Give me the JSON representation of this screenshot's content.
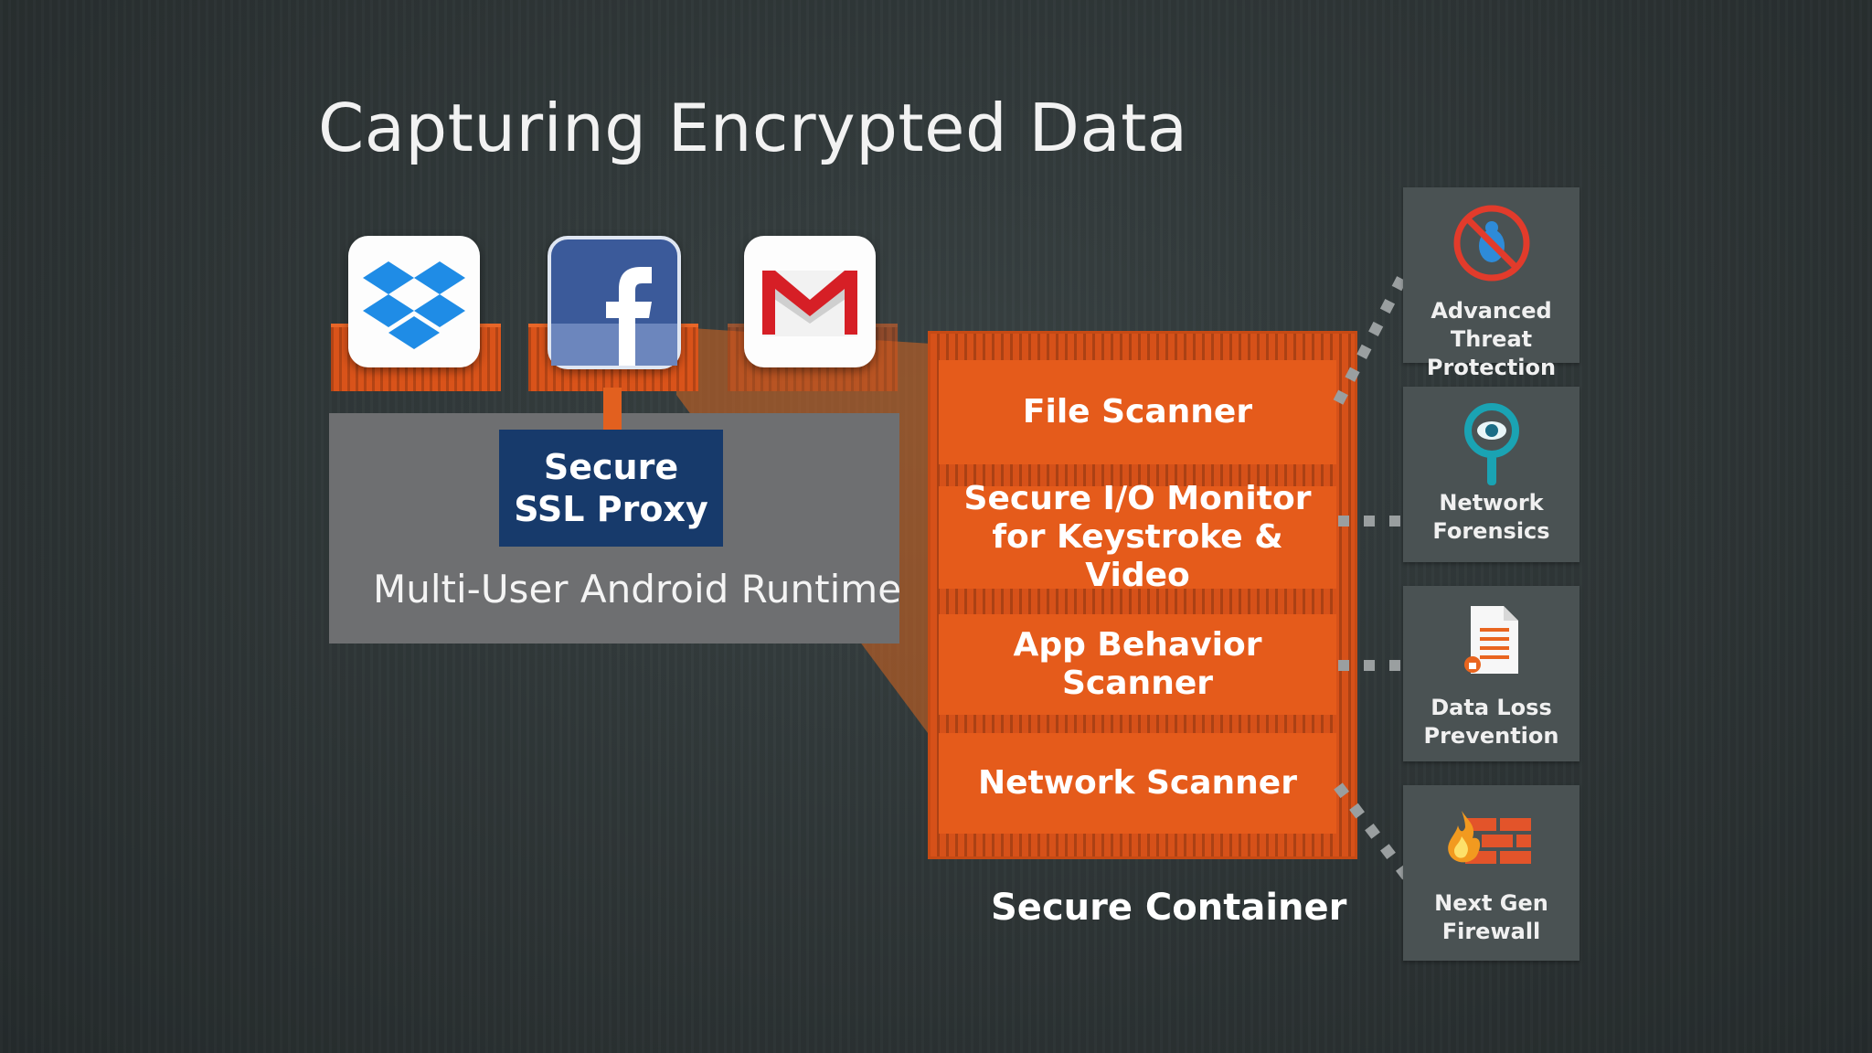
{
  "title": "Capturing Encrypted Data",
  "apps": [
    {
      "name": "dropbox-icon"
    },
    {
      "name": "facebook-icon"
    },
    {
      "name": "gmail-icon"
    }
  ],
  "runtime": {
    "label": "Multi-User Android Runtime"
  },
  "proxy": {
    "line1": "Secure",
    "line2": "SSL Proxy"
  },
  "container": {
    "label": "Secure Container",
    "modules": [
      {
        "lines": [
          "File Scanner"
        ]
      },
      {
        "lines": [
          "Secure I/O Monitor",
          "for Keystroke & Video"
        ]
      },
      {
        "lines": [
          "App Behavior Scanner"
        ]
      },
      {
        "lines": [
          "Network Scanner"
        ]
      }
    ]
  },
  "services": [
    {
      "line1": "Advanced Threat",
      "line2": "Protection",
      "icon": "no-bug-icon"
    },
    {
      "line1": "Network",
      "line2": "Forensics",
      "icon": "eye-magnifier-icon"
    },
    {
      "line1": "Data Loss",
      "line2": "Prevention",
      "icon": "document-lock-icon"
    },
    {
      "line1": "Next Gen",
      "line2": "Firewall",
      "icon": "firewall-icon"
    }
  ],
  "colors": {
    "orange": "#e55b1b",
    "navy": "#173a6b",
    "gray_box": "#6e6f71",
    "tile": "#4a5253",
    "background": "#2f3738"
  }
}
